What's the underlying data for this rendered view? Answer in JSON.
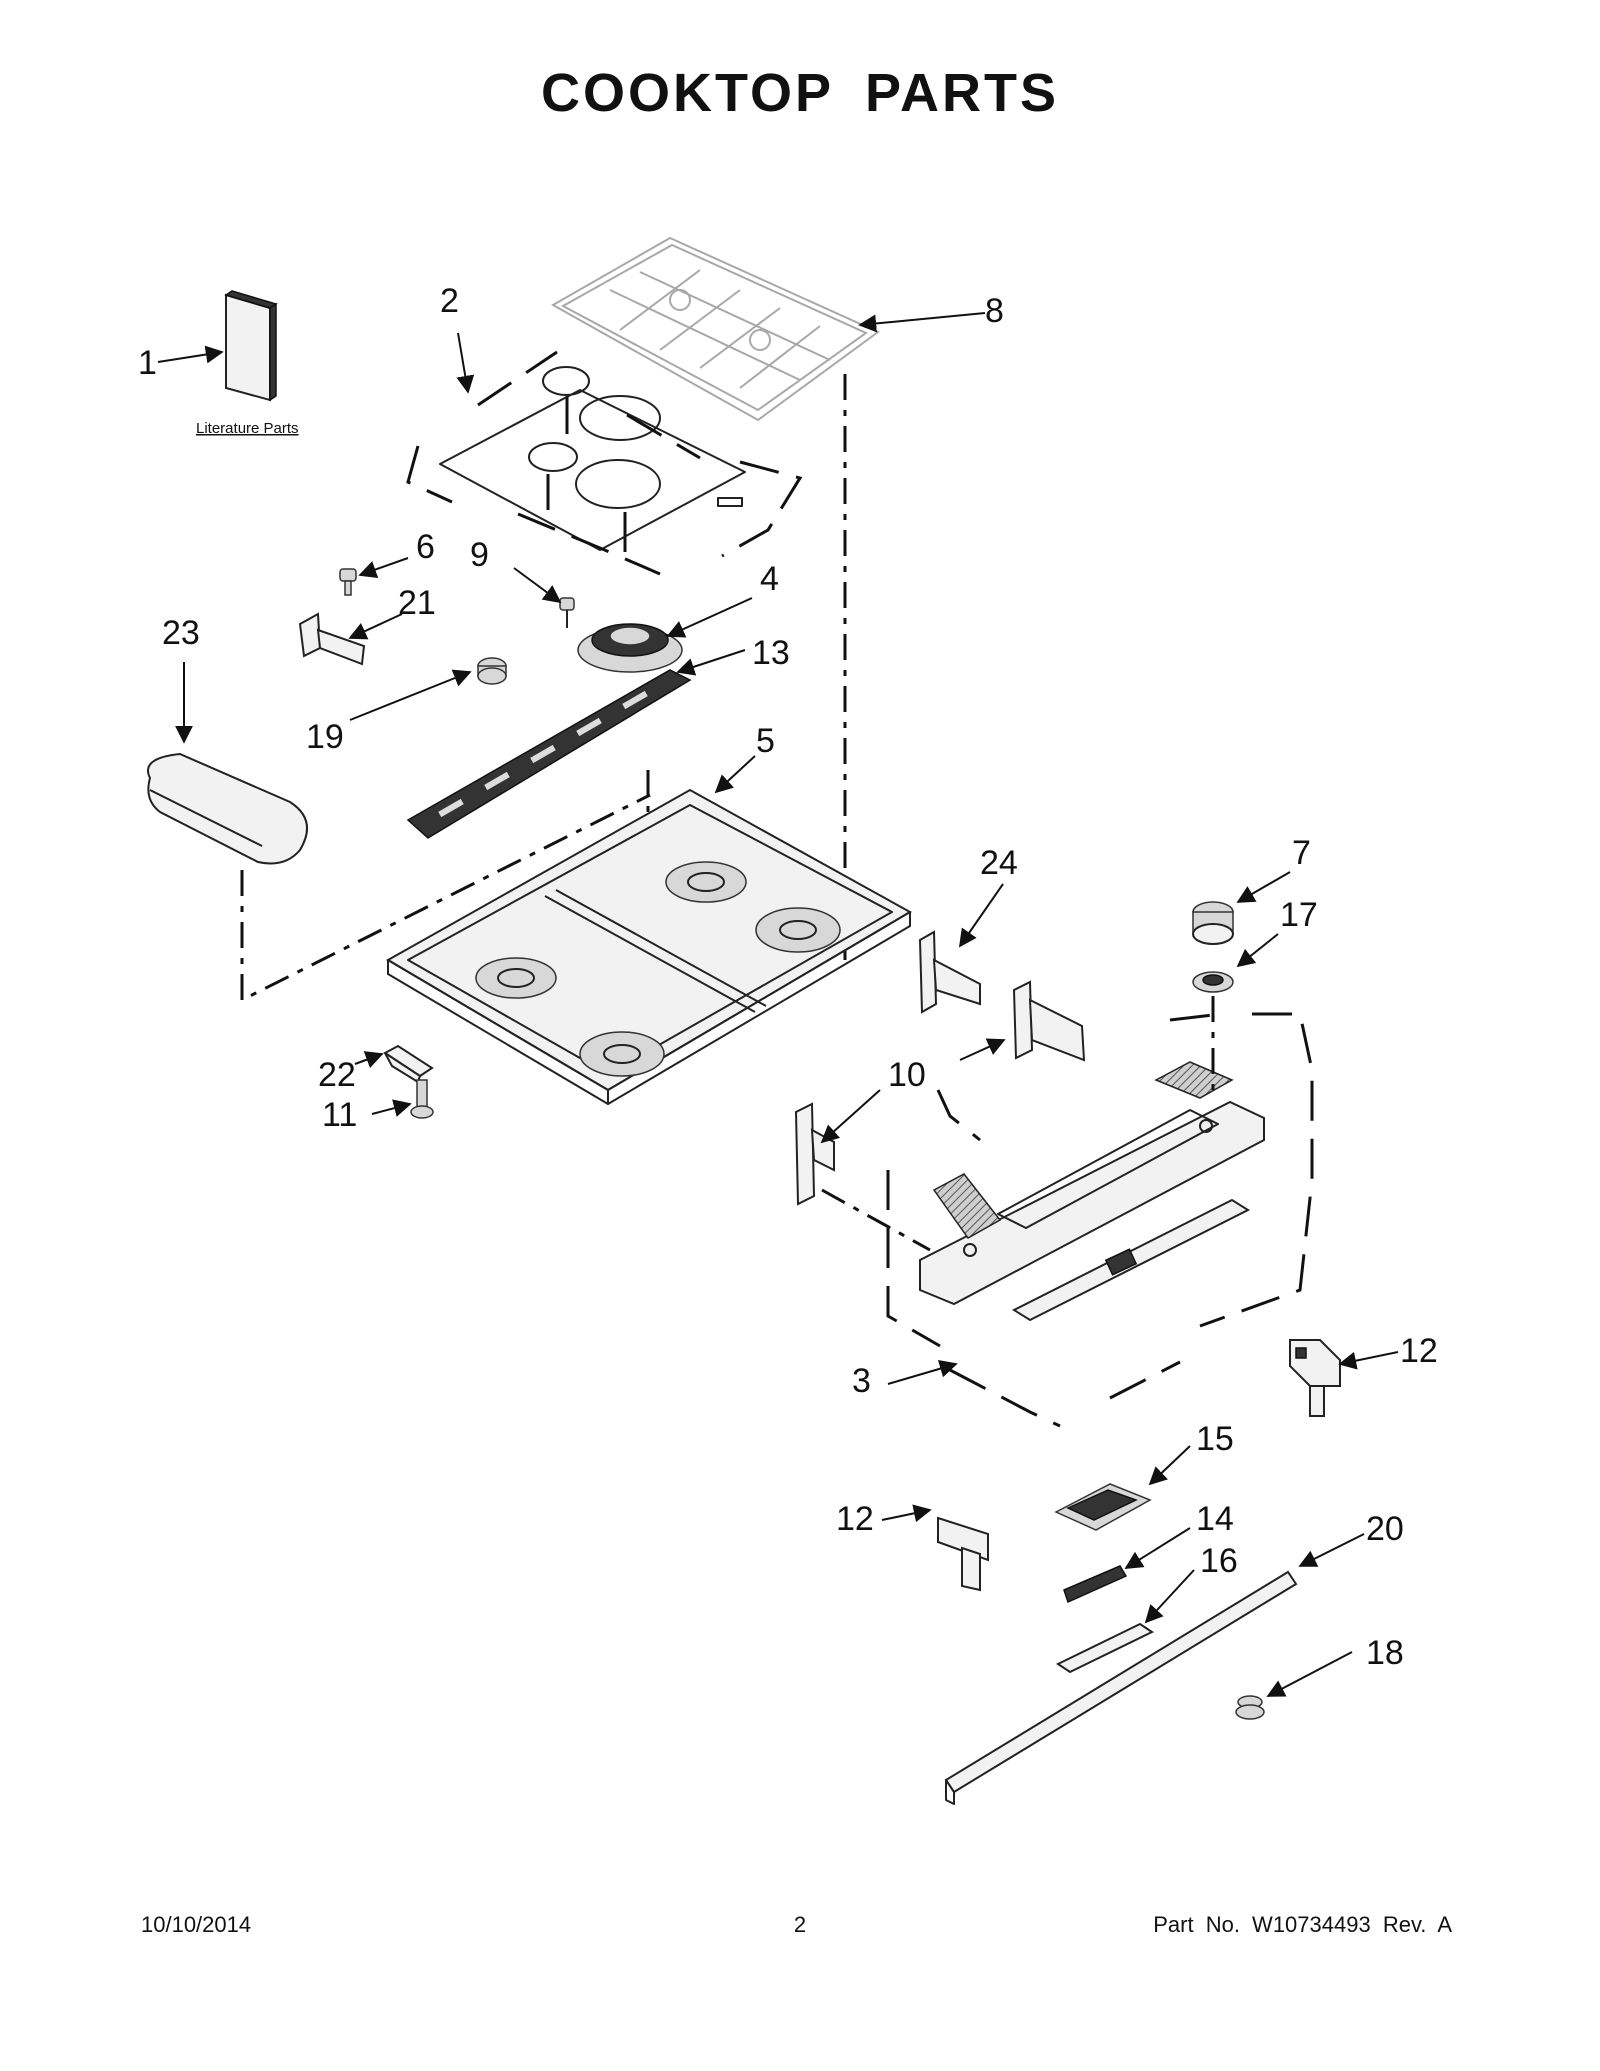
{
  "title": "COOKTOP PARTS",
  "literature_label": "Literature Parts",
  "callouts": {
    "c1": "1",
    "c2": "2",
    "c3": "3",
    "c4": "4",
    "c5": "5",
    "c6": "6",
    "c7": "7",
    "c8": "8",
    "c9": "9",
    "c10": "10",
    "c11": "11",
    "c12a": "12",
    "c12b": "12",
    "c13": "13",
    "c14": "14",
    "c15": "15",
    "c16": "16",
    "c17": "17",
    "c18": "18",
    "c19": "19",
    "c20": "20",
    "c21": "21",
    "c22": "22",
    "c23": "23",
    "c24": "24"
  },
  "footer": {
    "date": "10/10/2014",
    "page": "2",
    "part_no": "Part No.  W10734493  Rev.  A"
  }
}
